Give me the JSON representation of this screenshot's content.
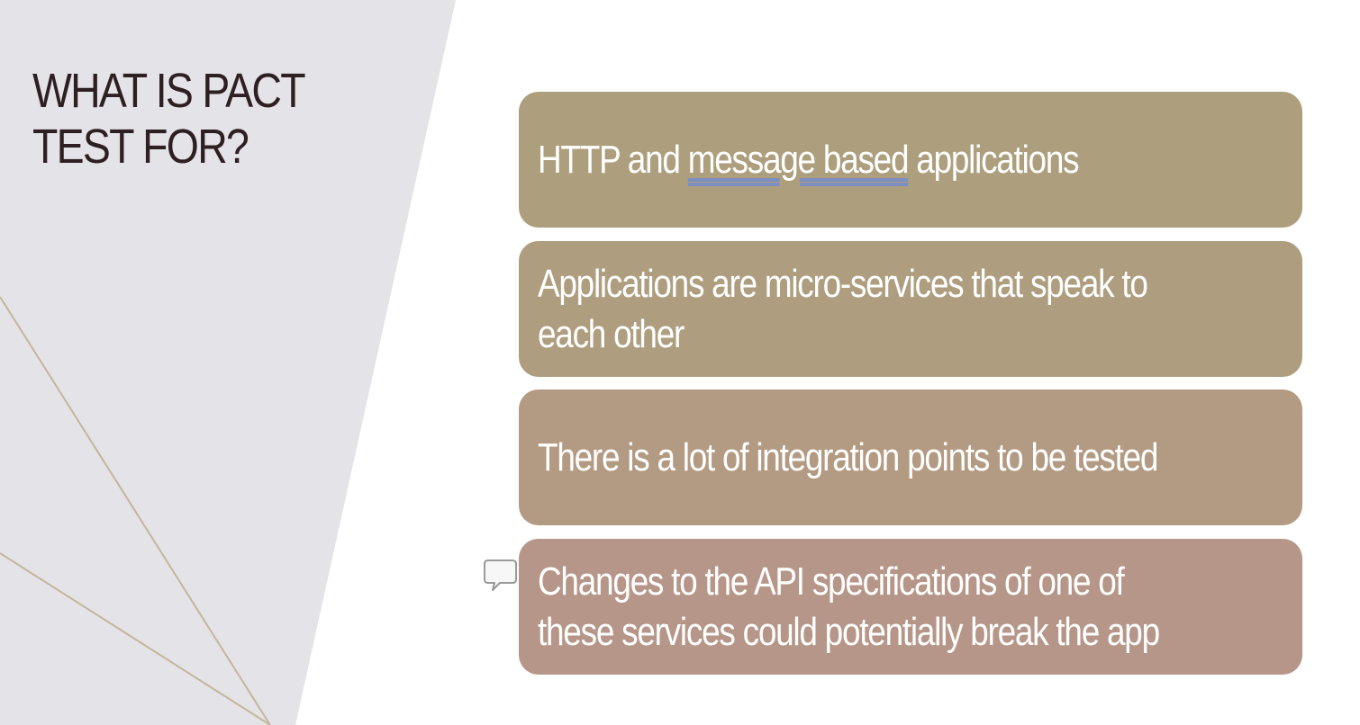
{
  "slide": {
    "title_lines": [
      "WHAT IS PACT",
      "TEST FOR?"
    ],
    "boxes": [
      {
        "before": "HTTP and ",
        "underlined": "message based",
        "after": " applications",
        "color": "#ad9f7d"
      },
      {
        "lines": [
          "Applications are micro-services that speak to",
          "each other"
        ],
        "color": "#ae9e7f"
      },
      {
        "lines": [
          "There is a lot of integration points to be tested"
        ],
        "color": "#b39a82"
      },
      {
        "lines": [
          "Changes to the API specifications of one of",
          "these services could potentially break the app"
        ],
        "color": "#b69688"
      }
    ],
    "comment_icon": "speech-bubble-icon",
    "colors": {
      "left_panel": "#e4e3e8",
      "title_text": "#2e1f22",
      "accent_line": "#c2b69c"
    }
  }
}
